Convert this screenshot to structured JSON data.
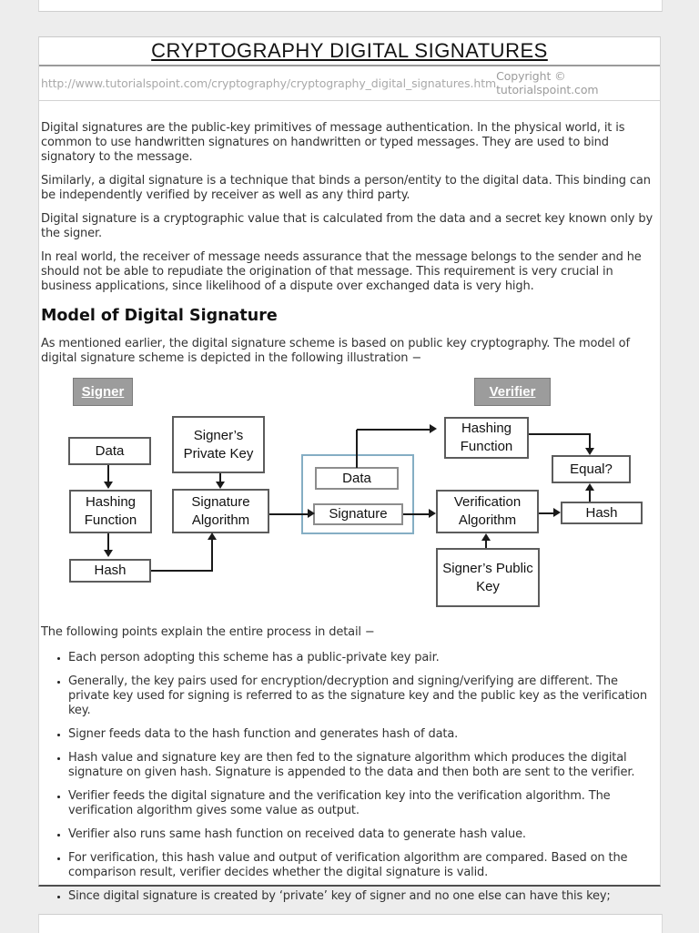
{
  "header": {
    "title": "CRYPTOGRAPHY DIGITAL SIGNATURES",
    "url": "http://www.tutorialspoint.com/cryptography/cryptography_digital_signatures.htm",
    "copyright": "Copyright © tutorialspoint.com"
  },
  "intro": [
    "Digital signatures are the public-key primitives of message authentication. In the physical world, it is common to use handwritten signatures on handwritten or typed messages. They are used to bind signatory to the message.",
    "Similarly, a digital signature is a technique that binds a person/entity to the digital data. This binding can be independently verified by receiver as well as any third party.",
    "Digital signature is a cryptographic value that is calculated from the data and a secret key known only by the signer.",
    "In real world, the receiver of message needs assurance that the message belongs to the sender and he should not be able to repudiate the origination of that message. This requirement is very crucial in business applications, since likelihood of a dispute over exchanged data is very high."
  ],
  "section": {
    "heading": "Model of Digital Signature",
    "lead": "As mentioned earlier, the digital signature scheme is based on public key cryptography. The model of digital signature scheme is depicted in the following illustration −"
  },
  "diagram": {
    "signer_label": "Signer",
    "verifier_label": "Verifier",
    "boxes": {
      "data_in": "Data",
      "private_key": "Signer’s Private Key",
      "hashing_fn_signer": "Hashing Function",
      "signature_algorithm": "Signature Algorithm",
      "hash_signer": "Hash",
      "data_transmit": "Data",
      "signature": "Signature",
      "hashing_fn_verifier": "Hashing Function",
      "verification_algorithm": "Verification Algorithm",
      "equal": "Equal?",
      "hash_verifier": "Hash",
      "public_key": "Signer’s Public Key"
    }
  },
  "process": {
    "lead": "The following points explain the entire process in detail −",
    "bullets": [
      "Each person adopting this scheme has a public-private key pair.",
      "Generally, the key pairs used for encryption/decryption and signing/verifying are different. The private key used for signing is referred to as the signature key and the public key as the verification key.",
      "Signer feeds data to the hash function and generates hash of data.",
      "Hash value and signature key are then fed to the signature algorithm which produces the digital signature on given hash. Signature is appended to the data and then both are sent to the verifier.",
      "Verifier feeds the digital signature and the verification key into the verification algorithm. The verification algorithm gives some value as output.",
      "Verifier also runs same hash function on received data to generate hash value.",
      "For verification, this hash value and output of verification algorithm are compared. Based on the comparison result, verifier decides whether the digital signature is valid.",
      "Since digital signature is created by ‘private’ key of signer and no one else can have this key;"
    ]
  },
  "colors": {
    "page_bg": "#ffffff",
    "viewer_bg": "#ededed",
    "highlight_border_blue": "#85aec4",
    "label_box_gray": "#9c9c9c"
  }
}
